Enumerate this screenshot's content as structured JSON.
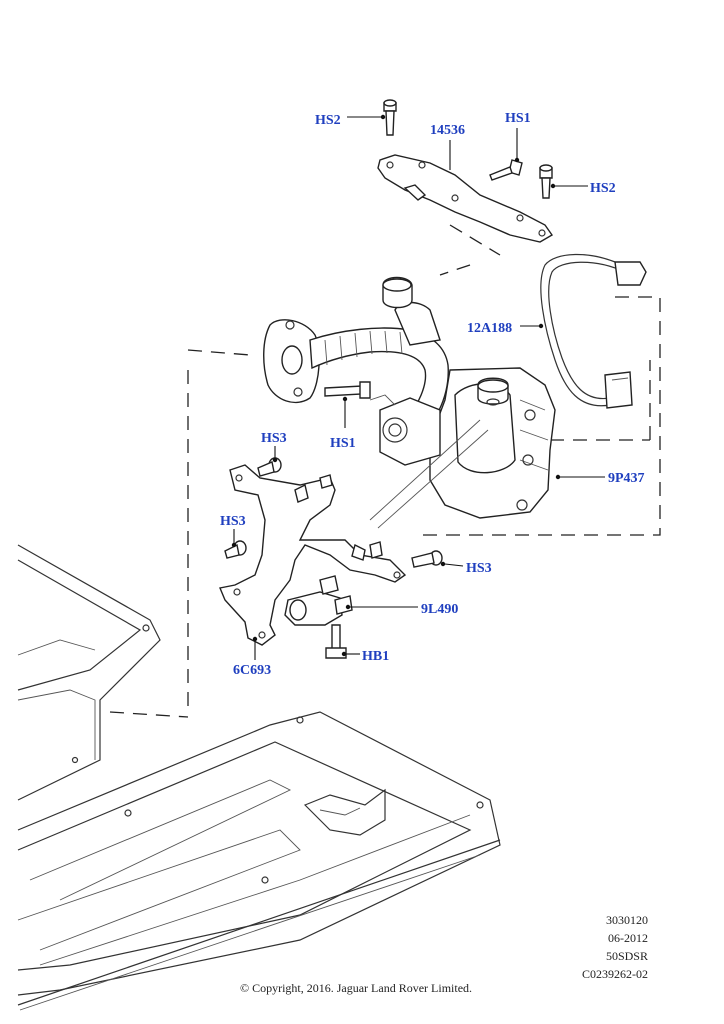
{
  "labels": {
    "hs2_top": "HS2",
    "p14536": "14536",
    "hs1_top": "HS1",
    "hs2_right": "HS2",
    "p12a188": "12A188",
    "hs1_mid": "HS1",
    "hs3_left_top": "HS3",
    "p9p437": "9P437",
    "hs3_left_mid": "HS3",
    "hs3_right": "HS3",
    "p9l490": "9L490",
    "hb1": "HB1",
    "p6c693": "6C693"
  },
  "reference": {
    "code1": "3030120",
    "date": "06-2012",
    "model": "50SDSR",
    "code2": "C0239262-02"
  },
  "copyright": "© Copyright, 2016. Jaguar Land Rover Limited.",
  "colors": {
    "label": "#1f3fbf",
    "line": "#222222",
    "background": "#ffffff"
  }
}
